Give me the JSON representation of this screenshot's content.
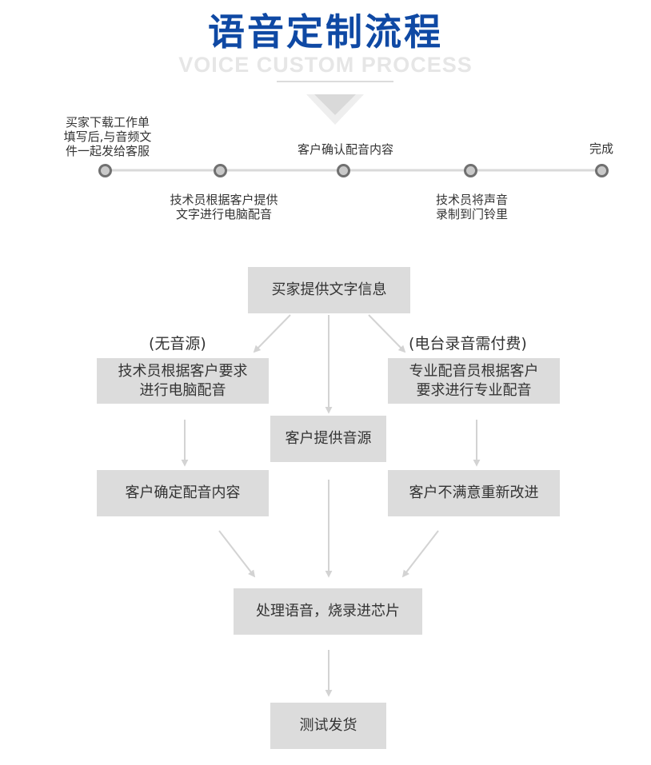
{
  "header": {
    "title": "语音定制流程",
    "subtitle": "VOICE CUSTOM PROCESS"
  },
  "timeline": {
    "steps": [
      {
        "lines": [
          "买家下载工作单",
          "填写后,与音频文",
          "件一起发给客服"
        ]
      },
      {
        "lines": [
          "技术员根据客户提供",
          "文字进行电脑配音"
        ]
      },
      {
        "lines": [
          "客户确认配音内容"
        ]
      },
      {
        "lines": [
          "技术员将声音",
          "录制到门铃里"
        ]
      },
      {
        "lines": [
          "完成"
        ]
      }
    ]
  },
  "flow": {
    "start": {
      "text": "买家提供文字信息"
    },
    "left_note": "(无音源)",
    "right_note": "(电台录音需付费)",
    "left_box": {
      "lines": [
        "技术员根据客户要求",
        "进行电脑配音"
      ]
    },
    "middle_box": {
      "text": "客户提供音源"
    },
    "right_box": {
      "lines": [
        "专业配音员根据客户",
        "要求进行专业配音"
      ]
    },
    "left_box2": {
      "text": "客户确定配音内容"
    },
    "right_box2": {
      "text": "客户不满意重新改进"
    },
    "process_box": {
      "text": "处理语音，烧录进芯片"
    },
    "final_box": {
      "text": "测试发货"
    }
  },
  "colors": {
    "title": "#0f49a4",
    "box": "#dcdcdc",
    "arrow": "#d3d3d3",
    "timeline": "#d9d9d9",
    "dot_ring": "#707070"
  }
}
